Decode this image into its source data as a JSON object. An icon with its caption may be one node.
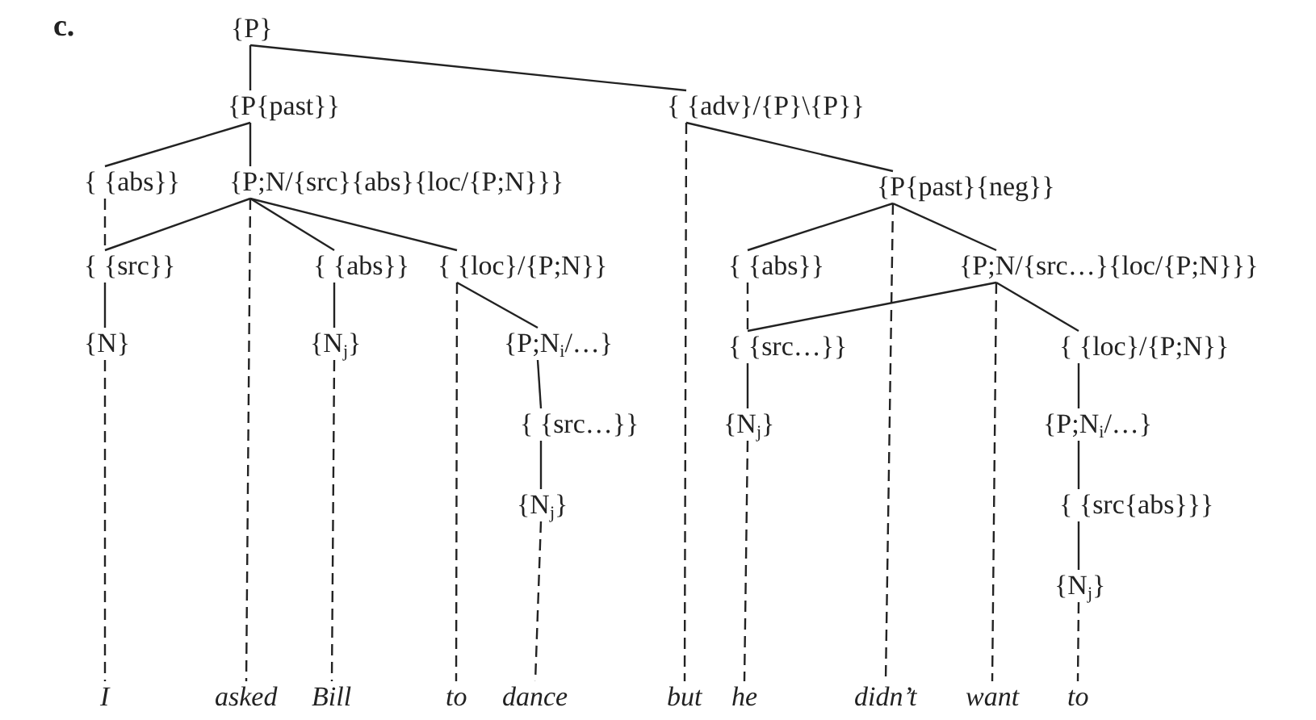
{
  "diagram": {
    "nodes": [
      {
        "text": [
          "{P}"
        ]
      },
      {
        "text": [
          "{P{past}}"
        ]
      },
      {
        "text": [
          "{ {adv}/{P}\\{P}}"
        ]
      },
      {
        "text": [
          "{ {abs}}"
        ]
      },
      {
        "text": [
          "{P;N/{src}{abs}{loc/{P;N}}}"
        ]
      },
      {
        "text": [
          "{P{past}{neg}}"
        ]
      },
      {
        "text": [
          "{ {src}}"
        ]
      },
      {
        "text": [
          "{N}"
        ]
      },
      {
        "text": [
          "{ {abs}}"
        ]
      },
      {
        "text": [
          "{ {loc}/{P;N}}"
        ]
      },
      {
        "text": [
          "{N$_{j}$}"
        ]
      },
      {
        "text": [
          "{P;N$_{i}$/…}"
        ]
      },
      {
        "text": [
          "{ {src…}}"
        ]
      },
      {
        "text": [
          "{N$_{j}$}"
        ]
      },
      {
        "text": [
          "{ {abs}}"
        ]
      },
      {
        "text": [
          "{P;N/{src…}{loc/{P;N}}}"
        ]
      },
      {
        "text": [
          "{ {src…}}"
        ]
      },
      {
        "text": [
          "{ {loc}/{P;N}}"
        ]
      },
      {
        "text": [
          "{N$_{j}$}"
        ]
      },
      {
        "text": [
          "{P;N$_{i}$/…}"
        ]
      },
      {
        "text": [
          "{ {src{abs}}}"
        ]
      },
      {
        "text": [
          "{N$_{j}$}"
        ]
      },
      {
        "text": [
          "I"
        ]
      },
      {
        "text": [
          "asked"
        ]
      },
      {
        "text": [
          "Bill"
        ]
      },
      {
        "text": [
          "to"
        ]
      },
      {
        "text": [
          "dance"
        ]
      },
      {
        "text": [
          "but"
        ]
      },
      {
        "text": [
          "he"
        ]
      },
      {
        "text": [
          "didn’t"
        ]
      },
      {
        "text": [
          "want"
        ]
      },
      {
        "text": [
          "to"
        ]
      }
    ],
    "edges": [
      {
        "from": 0,
        "to": 1,
        "arrow": "none"
      },
      {
        "from": 0,
        "to": 2,
        "arrow": "none"
      },
      {
        "from": 1,
        "to": 3,
        "arrow": "none"
      },
      {
        "from": 1,
        "to": 4,
        "arrow": "none"
      },
      {
        "from": 4,
        "to": 6,
        "arrow": "none"
      },
      {
        "from": 3,
        "to": 6,
        "arrow": "none",
        "style": "dashed"
      },
      {
        "from": 4,
        "to": 8,
        "arrow": "none"
      },
      {
        "from": 4,
        "to": 9,
        "arrow": "none"
      },
      {
        "from": 6,
        "to": 7,
        "arrow": "none"
      },
      {
        "from": 8,
        "to": 10,
        "arrow": "none"
      },
      {
        "from": 9,
        "to": 11,
        "arrow": "none"
      },
      {
        "from": 11,
        "to": 12,
        "arrow": "none"
      },
      {
        "from": 12,
        "to": 13,
        "arrow": "none"
      },
      {
        "from": 2,
        "to": 5,
        "arrow": "none"
      },
      {
        "from": 5,
        "to": 14,
        "arrow": "none"
      },
      {
        "from": 5,
        "to": 15,
        "arrow": "none"
      },
      {
        "from": 15,
        "to": 16,
        "arrow": "none"
      },
      {
        "from": 14,
        "to": 16,
        "arrow": "none",
        "style": "dashed"
      },
      {
        "from": 15,
        "to": 17,
        "arrow": "none"
      },
      {
        "from": 16,
        "to": 18,
        "arrow": "none"
      },
      {
        "from": 17,
        "to": 19,
        "arrow": "none"
      },
      {
        "from": 19,
        "to": 20,
        "arrow": "none"
      },
      {
        "from": 20,
        "to": 21,
        "arrow": "none"
      },
      {
        "from": 7,
        "to": 22,
        "arrow": "none",
        "style": "dashed"
      },
      {
        "from": 4,
        "to": 23,
        "arrow": "none",
        "style": "dashed"
      },
      {
        "from": 10,
        "to": 24,
        "arrow": "none",
        "style": "dashed"
      },
      {
        "from": 9,
        "to": 25,
        "arrow": "none",
        "style": "dashed"
      },
      {
        "from": 13,
        "to": 26,
        "arrow": "none",
        "style": "dashed"
      },
      {
        "from": 2,
        "to": 27,
        "arrow": "none",
        "style": "dashed"
      },
      {
        "from": 18,
        "to": 28,
        "arrow": "none",
        "style": "dashed"
      },
      {
        "from": 5,
        "to": 29,
        "arrow": "none",
        "style": "dashed"
      },
      {
        "from": 15,
        "to": 30,
        "arrow": "none",
        "style": "dashed"
      },
      {
        "from": 21,
        "to": 31,
        "arrow": "none",
        "style": "dashed"
      }
    ],
    "labels": [
      "c."
    ]
  }
}
